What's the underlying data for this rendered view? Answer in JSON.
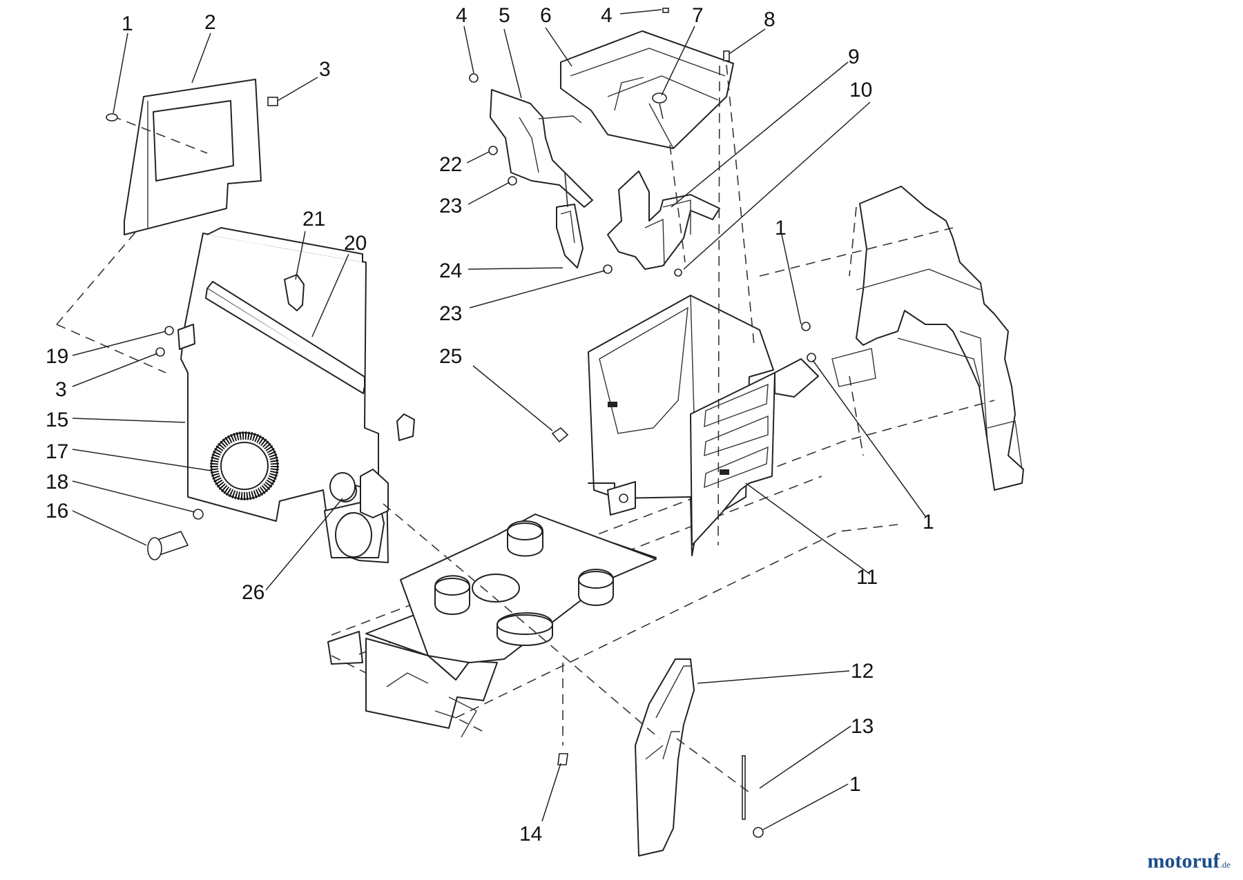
{
  "watermark": {
    "brand": "motoruf",
    "tld": ".de"
  },
  "callouts": [
    "1",
    "2",
    "3",
    "4",
    "5",
    "6",
    "4",
    "7",
    "8",
    "9",
    "10",
    "22",
    "23",
    "21",
    "20",
    "24",
    "1",
    "23",
    "19",
    "3",
    "25",
    "15",
    "17",
    "18",
    "16",
    "26",
    "1",
    "11",
    "12",
    "13",
    "1",
    "14"
  ]
}
